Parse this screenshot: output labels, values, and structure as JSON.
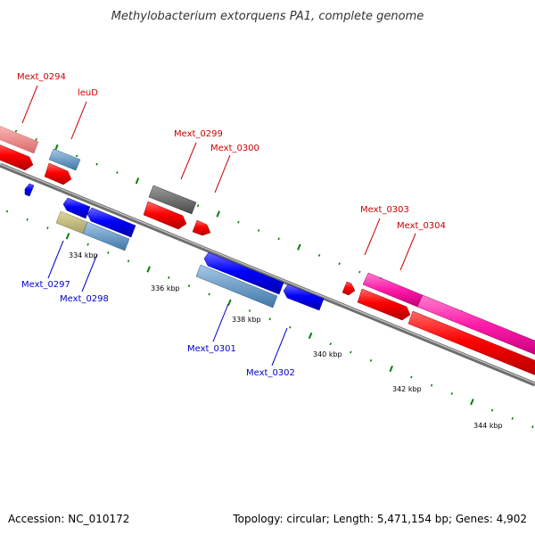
{
  "title": "Methylobacterium extorquens PA1, complete genome",
  "footer": {
    "accession": "Accession: NC_010172",
    "summary": "Topology: circular; Length: 5,471,154 bp; Genes: 4,902"
  },
  "axis": {
    "tick_labels": [
      "334 kbp",
      "336 kbp",
      "338 kbp",
      "340 kbp",
      "342 kbp",
      "344 kbp"
    ]
  },
  "colors": {
    "backbone": "#808080",
    "label_forward": "#cc0000",
    "label_reverse": "#0000cc",
    "tick": "#008000"
  },
  "labels": {
    "forward": [
      "Mext_0294",
      "leuD",
      "Mext_0299",
      "Mext_0300",
      "Mext_0303",
      "Mext_0304"
    ],
    "reverse": [
      "Mext_0297",
      "Mext_0298",
      "Mext_0301",
      "Mext_0302"
    ]
  }
}
